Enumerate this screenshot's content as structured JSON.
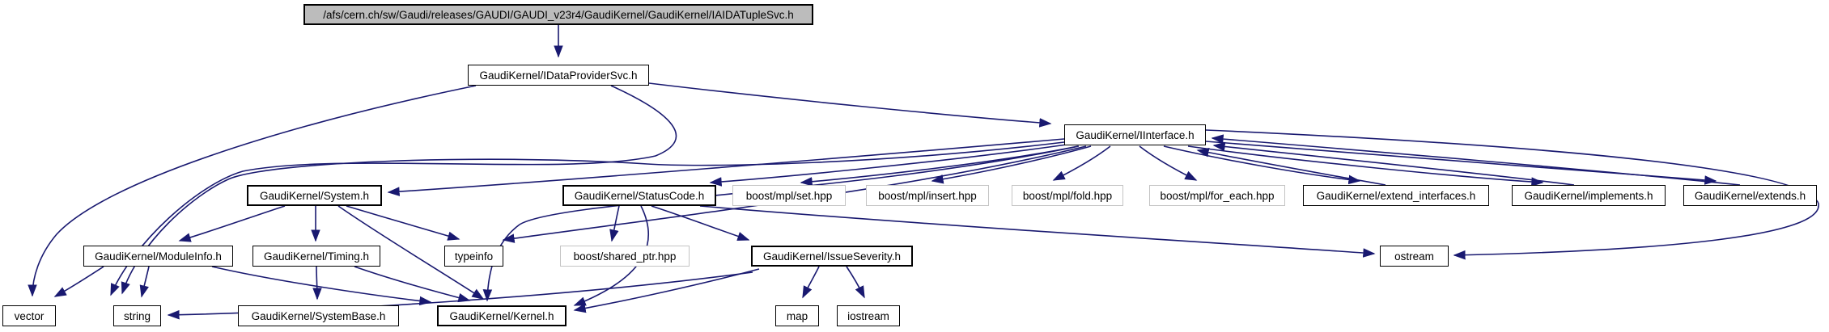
{
  "diagram": {
    "kind": "doxygen-include-dependency-graph",
    "colors": {
      "edge": "#191970",
      "node_border": "#000000",
      "external_node_border": "#c4c4c4",
      "root_fill": "#bcbcbc",
      "background": "#ffffff"
    }
  },
  "nodes": {
    "root": {
      "label": "/afs/cern.ch/sw/Gaudi/releases/GAUDI/GAUDI_v23r4/GaudiKernel/GaudiKernel/IAIDATupleSvc.h"
    },
    "idataprovidersvc": {
      "label": "GaudiKernel/IDataProviderSvc.h"
    },
    "iinterface": {
      "label": "GaudiKernel/IInterface.h"
    },
    "system": {
      "label": "GaudiKernel/System.h"
    },
    "statuscode": {
      "label": "GaudiKernel/StatusCode.h"
    },
    "mpl_set": {
      "label": "boost/mpl/set.hpp"
    },
    "mpl_insert": {
      "label": "boost/mpl/insert.hpp"
    },
    "mpl_fold": {
      "label": "boost/mpl/fold.hpp"
    },
    "mpl_for_each": {
      "label": "boost/mpl/for_each.hpp"
    },
    "extend_interfaces": {
      "label": "GaudiKernel/extend_interfaces.h"
    },
    "implements": {
      "label": "GaudiKernel/implements.h"
    },
    "extends": {
      "label": "GaudiKernel/extends.h"
    },
    "moduleinfo": {
      "label": "GaudiKernel/ModuleInfo.h"
    },
    "timing": {
      "label": "GaudiKernel/Timing.h"
    },
    "typeinfo": {
      "label": "typeinfo"
    },
    "shared_ptr": {
      "label": "boost/shared_ptr.hpp"
    },
    "issueseverity": {
      "label": "GaudiKernel/IssueSeverity.h"
    },
    "ostream": {
      "label": "ostream"
    },
    "vector": {
      "label": "vector"
    },
    "string": {
      "label": "string"
    },
    "systembase": {
      "label": "GaudiKernel/SystemBase.h"
    },
    "kernel": {
      "label": "GaudiKernel/Kernel.h"
    },
    "map": {
      "label": "map"
    },
    "iostream": {
      "label": "iostream"
    }
  },
  "edges": [
    {
      "from": "root",
      "to": "idataprovidersvc"
    },
    {
      "from": "idataprovidersvc",
      "to": "iinterface"
    },
    {
      "from": "idataprovidersvc",
      "to": "vector"
    },
    {
      "from": "idataprovidersvc",
      "to": "string"
    },
    {
      "from": "iinterface",
      "to": "string"
    },
    {
      "from": "iinterface",
      "to": "system"
    },
    {
      "from": "iinterface",
      "to": "statuscode"
    },
    {
      "from": "iinterface",
      "to": "mpl_set"
    },
    {
      "from": "iinterface",
      "to": "mpl_insert"
    },
    {
      "from": "iinterface",
      "to": "mpl_fold"
    },
    {
      "from": "iinterface",
      "to": "mpl_for_each"
    },
    {
      "from": "iinterface",
      "to": "extend_interfaces"
    },
    {
      "from": "extend_interfaces",
      "to": "iinterface"
    },
    {
      "from": "iinterface",
      "to": "implements"
    },
    {
      "from": "implements",
      "to": "iinterface"
    },
    {
      "from": "iinterface",
      "to": "extends"
    },
    {
      "from": "extends",
      "to": "iinterface"
    },
    {
      "from": "iinterface",
      "to": "typeinfo"
    },
    {
      "from": "iinterface",
      "to": "kernel"
    },
    {
      "from": "iinterface",
      "to": "ostream"
    },
    {
      "from": "statuscode",
      "to": "shared_ptr"
    },
    {
      "from": "statuscode",
      "to": "issueseverity"
    },
    {
      "from": "statuscode",
      "to": "ostream"
    },
    {
      "from": "statuscode",
      "to": "kernel"
    },
    {
      "from": "system",
      "to": "moduleinfo"
    },
    {
      "from": "system",
      "to": "timing"
    },
    {
      "from": "system",
      "to": "typeinfo"
    },
    {
      "from": "system",
      "to": "kernel"
    },
    {
      "from": "moduleinfo",
      "to": "vector"
    },
    {
      "from": "moduleinfo",
      "to": "string"
    },
    {
      "from": "moduleinfo",
      "to": "kernel"
    },
    {
      "from": "timing",
      "to": "systembase"
    },
    {
      "from": "timing",
      "to": "kernel"
    },
    {
      "from": "issueseverity",
      "to": "map"
    },
    {
      "from": "issueseverity",
      "to": "iostream"
    },
    {
      "from": "issueseverity",
      "to": "string"
    },
    {
      "from": "issueseverity",
      "to": "kernel"
    }
  ]
}
